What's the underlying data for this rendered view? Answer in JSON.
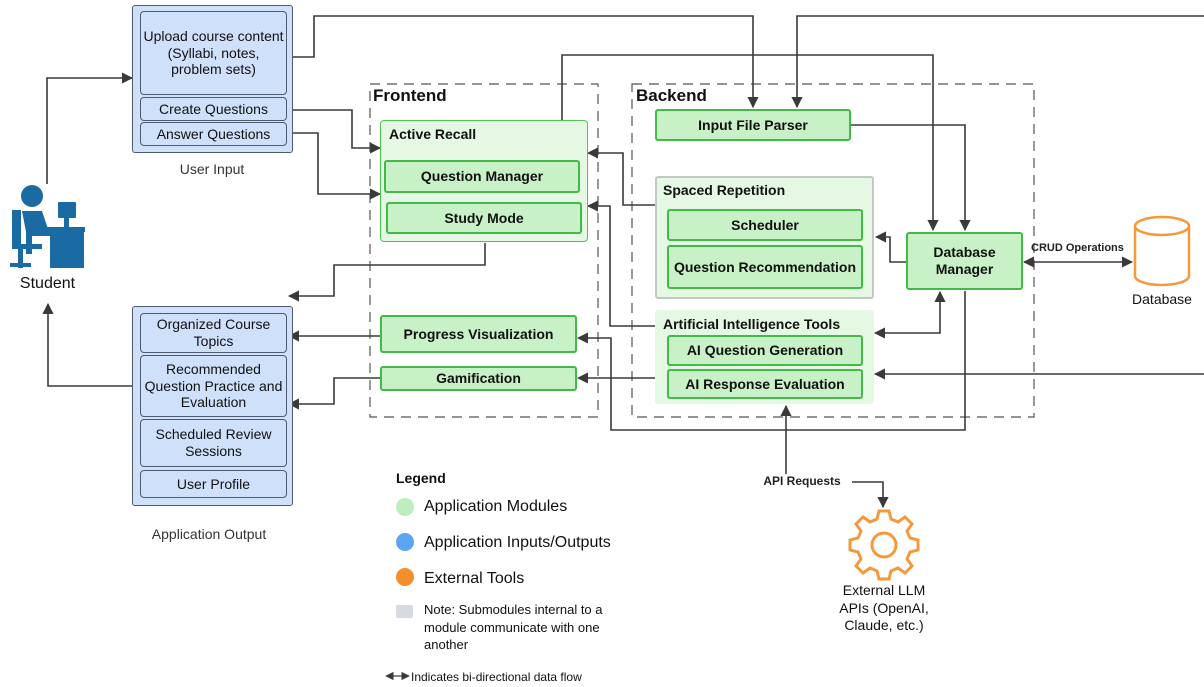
{
  "user_input": {
    "caption": "User Input",
    "upload": "Upload course content (Syllabi, notes, problem sets)",
    "create": "Create Questions",
    "answer": "Answer Questions"
  },
  "student": {
    "label": "Student"
  },
  "output": {
    "caption": "Application Output",
    "organized": "Organized Course Topics",
    "recommended": "Recommended Question Practice and Evaluation",
    "scheduled": "Scheduled Review Sessions",
    "profile": "User Profile"
  },
  "frontend": {
    "title": "Frontend",
    "active_recall": "Active Recall",
    "question_manager": "Question Manager",
    "study_mode": "Study Mode",
    "progress": "Progress Visualization",
    "gamification": "Gamification"
  },
  "backend": {
    "title": "Backend",
    "input_parser": "Input File Parser",
    "spaced_repetition": "Spaced Repetition",
    "scheduler": "Scheduler",
    "question_recommendation": "Question Recommendation",
    "ai_tools": "Artificial Intelligence Tools",
    "ai_generation": "AI Question Generation",
    "ai_evaluation": "AI Response Evaluation",
    "db_manager": "Database Manager"
  },
  "database": {
    "label": "Database",
    "crud": "CRUD Operations"
  },
  "llm": {
    "label": "External LLM APIs (OpenAI, Claude, etc.)",
    "api_requests": "API Requests"
  },
  "legend": {
    "title": "Legend",
    "modules": "Application Modules",
    "io": "Application Inputs/Outputs",
    "external": "External Tools",
    "note": "Note: Submodules internal to a module communicate with one another",
    "bidirectional": "Indicates bi-directional data flow"
  },
  "colors": {
    "module_fill": "#c8f1c8",
    "module_border": "#43b947",
    "io_fill": "#cfe0fb",
    "external": "#f59a3c",
    "student_blue": "#1a6aa3",
    "legend_green": "#bdeebd",
    "legend_blue": "#5ea4f5",
    "legend_orange": "#f58f2e",
    "legend_gray": "#d5dae3"
  }
}
